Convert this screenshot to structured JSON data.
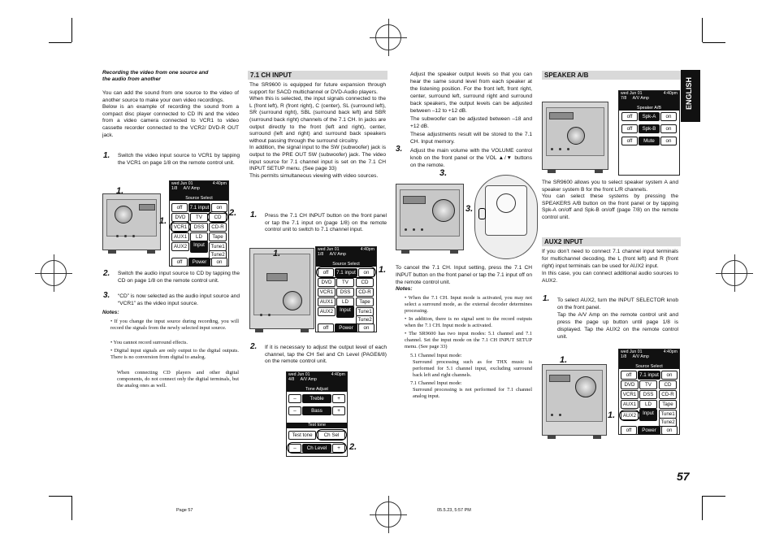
{
  "side_tab": "ENGLISH",
  "page_number": "57",
  "footer": {
    "left": "Page 57",
    "right": "05.5.23, 5:57 PM"
  },
  "col1": {
    "heading_line1": "Recording the video from one source and",
    "heading_line2": "the audio from another",
    "intro": "You can add the sound from one source to the video of another source to make your own video recordings.\nBelow is an example of recording the sound from a compact disc player connected to CD IN and the video from a video camera connected to VCR1 to video cassette recorder connected to the VCR2/ DVD-R OUT jack.",
    "step1_num": "1.",
    "step1": "Switch the video input source to VCR1 by tapping the VCR1 on page 1/8 on the remote control unit.",
    "step2_num": "2.",
    "step2": "Switch the audio input source to CD by tapping the CD on page 1/8 on the remote control unit.",
    "step3_num": "3.",
    "step3": "“CD” is now selected as the audio input source and “VCR1” as the video input source.",
    "notes_label": "Notes:",
    "notes": [
      "If you change the input source during recording, you will record the signals from the newly selected input source.",
      "You cannot record surround effects.",
      "Digital input signals are only output to the digital outputs. There is no conversion from digital to analog.",
      "When connecting CD players and other digital components, do not connect only the digital terminals, but the analog ones as well."
    ]
  },
  "col2": {
    "section_title": "7.1 CH INPUT",
    "body": "The SR9600 is equipped for future expansion through support for SACD multichannel or DVD-Audio players.\nWhen this is selected, the input signals connected to the L (front left), R (front right), C (center), SL (surround left), SR (surround right), SBL (surround back left) and SBR (surround back right) channels of the 7.1 CH. In jacks are output directly to the front (left and right), center, surround (left and right) and surround back speakers without passing through the surround circuitry.\nIn addition, the signal input to the SW (subwoofer) jack is output to the PRE OUT SW (subwoofer) jack. The video input source for 7.1 channel input is set on the 7.1 CH INPUT SETUP menu. (See page 33)\nThis permits simultaneous viewing with video sources.",
    "step1_num": "1.",
    "step1": "Press the 7.1 CH INPUT button on the front panel or tap the 7.1 input on (page 1/8) on the remote control unit to switch to 7.1 channel input.",
    "step2_num": "2.",
    "step2": "If it is necessary to adjust the output level of each channel, tap the CH Sel and Ch Level (PAGE6/8) on the remote control unit."
  },
  "col3": {
    "body1": "Adjust the speaker output levels so that you can hear the same sound level from each speaker at the listening position. For the front left, front right, center, surround left, surround right and surround back speakers, the output levels can be adjusted between –12 to +12 dB.",
    "body2": "The subwoofer can be adjusted between –18 and +12 dB.",
    "body3": "These adjustments result will be stored to the 7.1 CH. Input memory.",
    "step3_num": "3.",
    "step3": "Adjust the main volume with the VOLUME control knob on the front panel or the VOL ▲/▼ buttons on the remote.",
    "cancel": "To cancel the 7.1 CH. Input setting, press the 7.1 CH INPUT button on the front panel or tap the 7.1 input off on the remote control unit.",
    "notes_label": "Notes:",
    "notes": [
      "When the 7.1 CH. Input mode is activated, you may not select a surround mode, as the external decoder determines processing.",
      "In addition, there is no signal sent to the record outputs when the 7.1 CH. Input mode is activated.",
      "The SR9600 has two input modes: 5.1 channel and 7.1 channel. Set the input mode on the 7.1 CH INPUT SETUP menu. (See page 33)"
    ],
    "sub1_title": "5.1 Channel Input mode:",
    "sub1_body": "Surround processing such as for THX music is performed for 5.1 channel input, excluding surround back left and right channels.",
    "sub2_title": "7.1 Channel Input mode:",
    "sub2_body": "Surround processing is not performed for 7.1 channel analog input."
  },
  "col4": {
    "section1_title": "SPEAKER A/B",
    "speaker_body": "The SR9600 allows you to select speaker system A and speaker system B for the front L/R channels.\nYou can select these systems by pressing the SPEAKERS A/B button on the front panel or by tapping Spk-A on/off and Spk-B on/off (page 7/8) on the remote control unit.",
    "section2_title": "AUX2 INPUT",
    "aux_body": "If you don’t need to connect 7.1 channel input terminals for multichannel decoding, the L (front left) and R (front right) input terminals can be used for AUX2 input.\nIn this case, you can connect additional audio sources to AUX2.",
    "step1_num": "1.",
    "step1": "To select AUX2, turn the INPUT SELECTOR knob on the front panel.\nTap the A/V Amp on the remote control unit and press the page up button until page 1/8 is displayed. Tap the AUX2 on the remote control unit."
  },
  "screens": {
    "source_select": {
      "date": "wed Jun 01",
      "time": "4:40pm",
      "page": "1/8",
      "device": "A/V Amp",
      "title": "Source Select",
      "rows": [
        [
          "off",
          "7.1 input",
          "on"
        ],
        [
          "DVD",
          "TV",
          "CD"
        ],
        [
          "VCR1",
          "DSS",
          "CD-R"
        ],
        [
          "AUX1",
          "LD",
          "Tape"
        ],
        [
          "AUX2",
          "Input",
          "Tune1"
        ],
        [
          "off",
          "Power",
          "on"
        ]
      ],
      "extra": "Tune2"
    },
    "tone_adjust": {
      "date": "wed Jun 01",
      "time": "4:40pm",
      "page": "4/8",
      "device": "A/V Amp",
      "title": "Tone Adjust",
      "treble": "Treble",
      "bass": "Bass",
      "test_tone": "Test tone",
      "test_tone_btn": "Test tone",
      "ch_sel": "Ch Sel",
      "ch_level": "Ch Level",
      "minus": "–",
      "plus": "+"
    },
    "speaker_select": {
      "date": "wed Jun 01",
      "time": "4:40pm",
      "page": "7/8",
      "device": "A/V Amp",
      "title": "Speaker A/B",
      "rows": [
        [
          "off",
          "Spk-A",
          "on"
        ],
        [
          "off",
          "Spk-B",
          "on"
        ],
        [
          "off",
          "Mute",
          "on"
        ]
      ]
    }
  },
  "callouts": {
    "one": "1.",
    "two": "2.",
    "three": "3."
  }
}
